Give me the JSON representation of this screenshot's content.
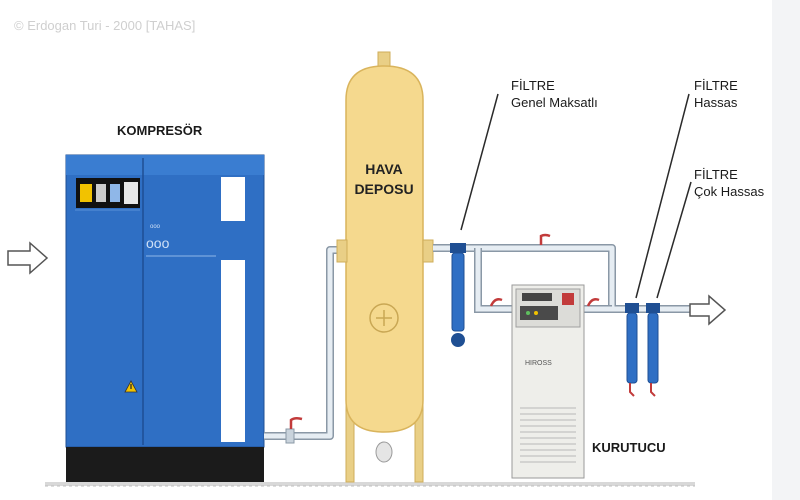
{
  "credit": "© Erdogan Turi - 2000 [TAHAS]",
  "labels": {
    "compressor": "KOMPRESÖR",
    "tank_line1": "HAVA",
    "tank_line2": "DEPOSU",
    "filter1_title": "FİLTRE",
    "filter1_sub": "Genel Maksatlı",
    "filter2_title": "FİLTRE",
    "filter2_sub": "Hassas",
    "filter3_title": "FİLTRE",
    "filter3_sub": "Çok Hassas",
    "dryer": "KURUTUCU",
    "dryer_brand": "HIROSS"
  },
  "colors": {
    "compressor_body": "#2f6fc4",
    "compressor_base": "#1b1b1b",
    "tank": "#f5d98e",
    "tank_outline": "#d9b45c",
    "pipe": "#dde6ee",
    "filter": "#2f6fc4",
    "dryer_body": "#eeeeea",
    "arrow": "#ffffff"
  },
  "icons": [
    "inlet-arrow-icon",
    "outlet-arrow-icon",
    "warning-icon",
    "valve-icon"
  ]
}
